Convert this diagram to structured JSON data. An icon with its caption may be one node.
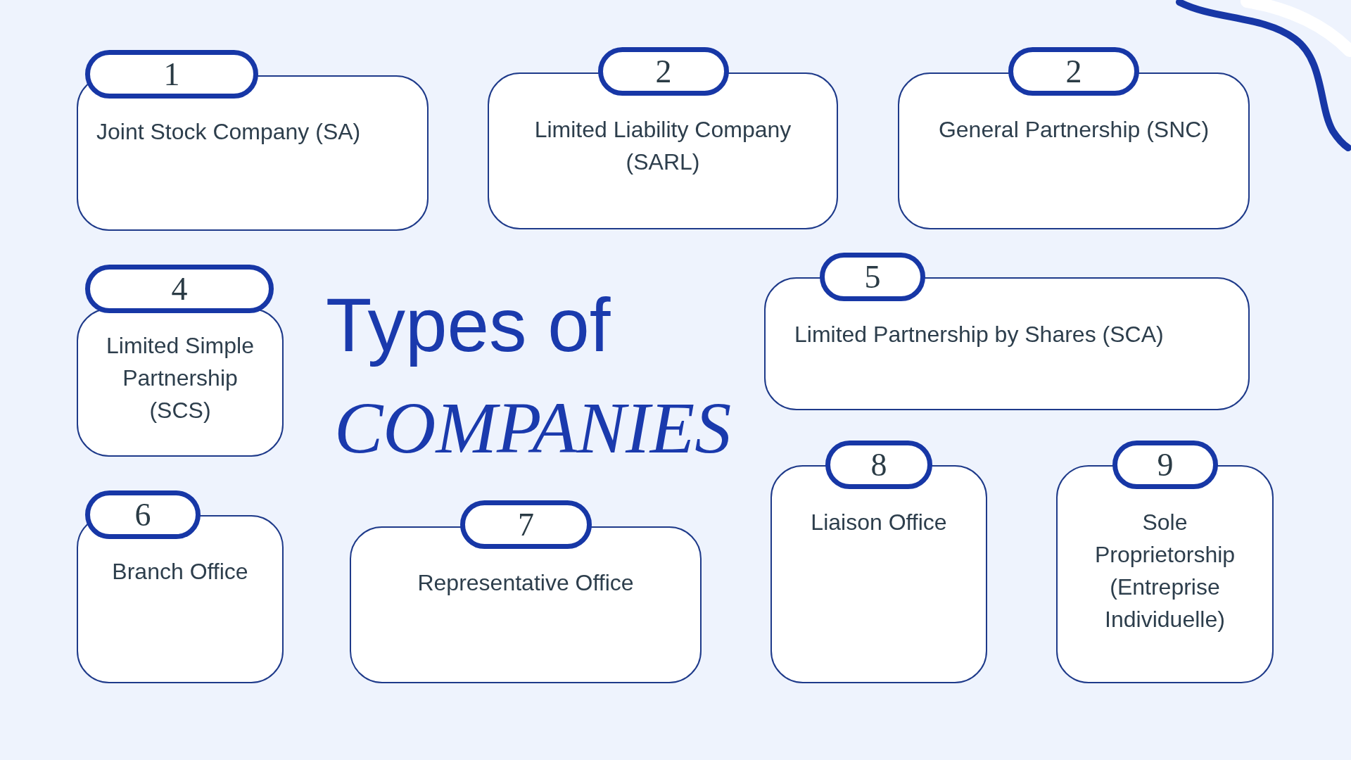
{
  "diagram": {
    "title": "Types of *COMPANIES*",
    "nodes": [
      {
        "text": [
          "1",
          "Joint Stock Company (SA)"
        ]
      },
      {
        "text": [
          "2",
          "Limited Liability Company (SARL)"
        ]
      },
      {
        "text": [
          "2",
          "General Partnership (SNC)"
        ]
      },
      {
        "text": [
          "4",
          "Limited Simple Partnership (SCS)"
        ]
      },
      {
        "text": [
          "5",
          "Limited Partnership by Shares (SCA)"
        ]
      },
      {
        "text": [
          "6",
          "Branch Office"
        ]
      },
      {
        "text": [
          "7",
          "Representative Office"
        ]
      },
      {
        "text": [
          "8",
          "Liaison Office"
        ]
      },
      {
        "text": [
          "9",
          "Sole Proprietorship (Entreprise Individuelle)"
        ]
      }
    ]
  }
}
